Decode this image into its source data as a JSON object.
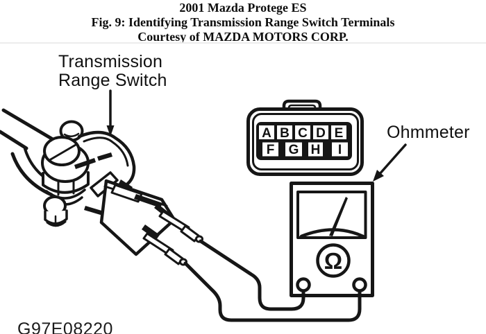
{
  "header": {
    "line1": "2001 Mazda Protege ES",
    "line2": "Fig. 9: Identifying Transmission Range Switch Terminals",
    "line3": "Courtesy of MAZDA MOTORS CORP."
  },
  "labels": {
    "switch_line1": "Transmission",
    "switch_line2": "Range Switch",
    "ohmmeter": "Ohmmeter"
  },
  "connector": {
    "top_row": [
      "A",
      "B",
      "C",
      "D",
      "E"
    ],
    "bottom_row": [
      "F",
      "G",
      "H",
      "I"
    ]
  },
  "meter": {
    "dial_symbol": "Ω"
  },
  "figure_code": "G97E08220",
  "colors": {
    "ink": "#161616",
    "paper": "#ffffff"
  }
}
